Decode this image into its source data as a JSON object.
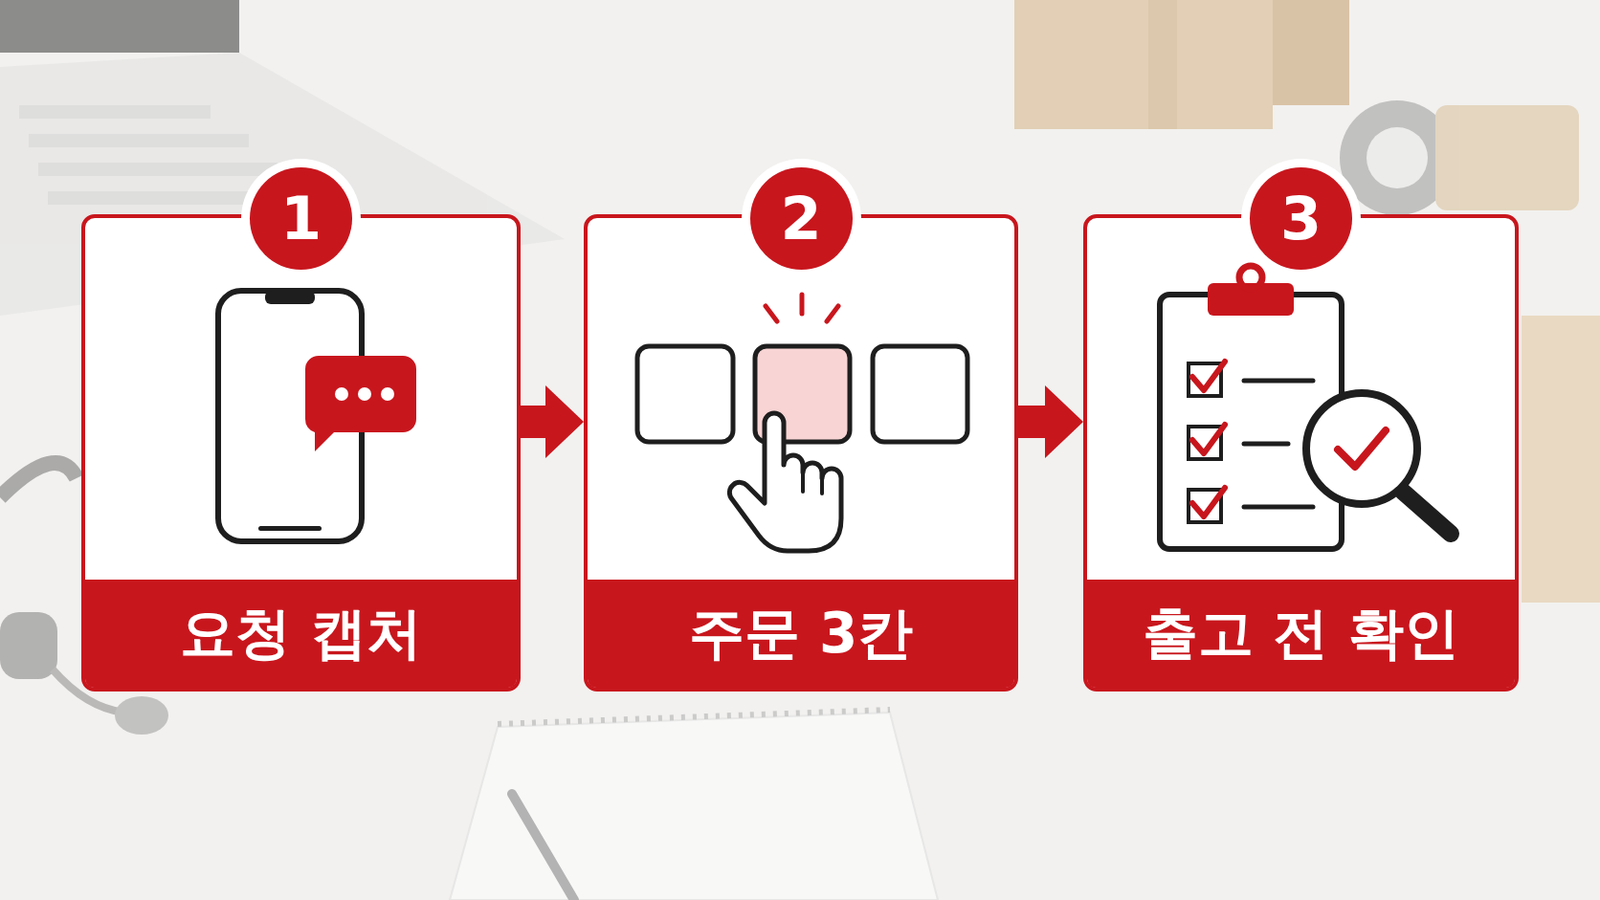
{
  "diagram": {
    "nodes": [
      {
        "text": [
          "요청 캡처"
        ]
      },
      {
        "text": [
          "1"
        ],
        "in": 0
      },
      {
        "text": [
          "주문 3칸"
        ]
      },
      {
        "text": [
          "2"
        ],
        "in": 2
      },
      {
        "text": [
          "출고 전 확인"
        ]
      },
      {
        "text": [
          "3"
        ],
        "in": 4
      }
    ],
    "edges": [
      {
        "from": 0,
        "to": 2,
        "arrow": "to"
      },
      {
        "from": 2,
        "to": 4,
        "arrow": "to"
      }
    ]
  }
}
